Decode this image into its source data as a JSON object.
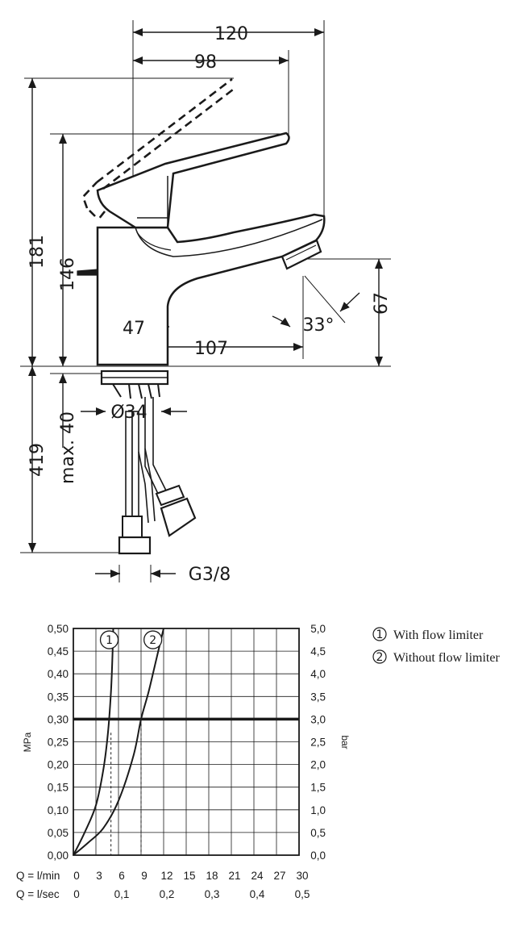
{
  "drawing": {
    "dims": {
      "d120": "120",
      "d98": "98",
      "d181": "181",
      "d146": "146",
      "d47": "47",
      "d107": "107",
      "d33": "33°",
      "d67": "67",
      "d419": "419",
      "dmax40": "max. 40",
      "d34": "Ø34",
      "dg38": "G3/8"
    }
  },
  "legend": [
    {
      "marker": "1",
      "label": "With flow limiter"
    },
    {
      "marker": "2",
      "label": "Without flow limiter"
    }
  ],
  "chart_data": {
    "type": "line",
    "y_left_label": "MPa",
    "y_right_label": "bar",
    "y_left_ticks": [
      "0,00",
      "0,05",
      "0,10",
      "0,15",
      "0,20",
      "0,25",
      "0,30",
      "0,35",
      "0,40",
      "0,45",
      "0,50"
    ],
    "y_right_ticks": [
      "0,0",
      "0,5",
      "1,0",
      "1,5",
      "2,0",
      "2,5",
      "3,0",
      "3,5",
      "4,0",
      "4,5",
      "5,0"
    ],
    "x_top_label": "Q = l/min",
    "x_top_ticks": [
      "0",
      "3",
      "6",
      "9",
      "12",
      "15",
      "18",
      "21",
      "24",
      "27",
      "30"
    ],
    "x_bottom_label": "Q = l/sec",
    "x_bottom_ticks": [
      "0",
      "0,1",
      "0,2",
      "0,3",
      "0,4",
      "0,5"
    ],
    "xlim": [
      0,
      30
    ],
    "ylim": [
      0,
      0.5
    ],
    "grid": true,
    "reference_line_mpa": 0.3,
    "series": [
      {
        "marker": "1",
        "x": [
          0,
          1.5,
          3,
          4,
          4.6,
          5,
          5.2,
          5.3
        ],
        "y": [
          0,
          0.05,
          0.11,
          0.19,
          0.27,
          0.36,
          0.44,
          0.5
        ]
      },
      {
        "marker": "2",
        "x": [
          0,
          2,
          4,
          6,
          8,
          9,
          10,
          11,
          12
        ],
        "y": [
          0,
          0.028,
          0.06,
          0.12,
          0.22,
          0.3,
          0.36,
          0.43,
          0.5
        ]
      }
    ],
    "drop_lines": [
      {
        "series": "1",
        "x": 5,
        "y": 0.27
      },
      {
        "series": "2",
        "x": 9,
        "y": 0.29
      }
    ]
  }
}
